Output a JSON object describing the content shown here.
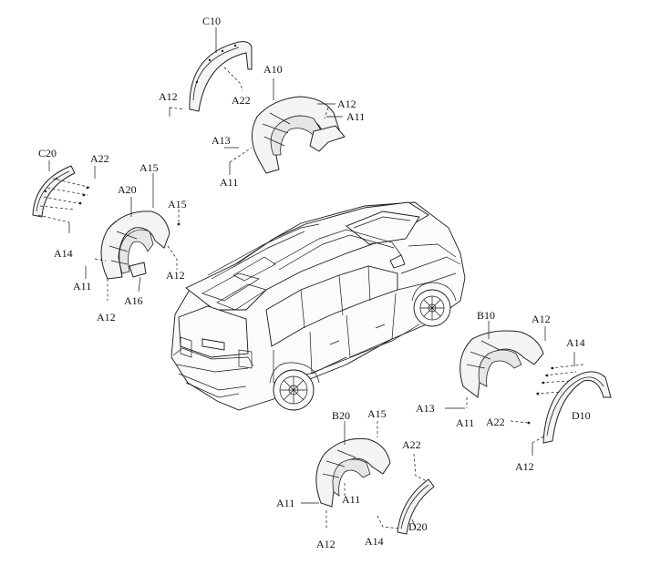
{
  "labels": {
    "c10": "C10",
    "a12_top_left": "A12",
    "a22_top": "A22",
    "a10": "A10",
    "a12_top_right": "A12",
    "a11_top_right": "A11",
    "a13_top": "A13",
    "a11_top_bottom": "A11",
    "c20": "C20",
    "a22_left": "A22",
    "a15_left_top": "A15",
    "a20": "A20",
    "a15_left": "A15",
    "a14_left": "A14",
    "a12_left_right": "A12",
    "a11_left": "A11",
    "a16": "A16",
    "a12_left_bottom": "A12",
    "b10": "B10",
    "a12_right_top": "A12",
    "a14_right": "A14",
    "a13_right": "A13",
    "a11_right": "A11",
    "a22_right": "A22",
    "d10": "D10",
    "a12_right_bottom": "A12",
    "b20": "B20",
    "a15_bottom": "A15",
    "a22_bottom": "A22",
    "a11_bottom_left": "A11",
    "a11_bottom_mid": "A11",
    "d20": "D20",
    "a12_bottom": "A12",
    "a14_bottom": "A14"
  }
}
